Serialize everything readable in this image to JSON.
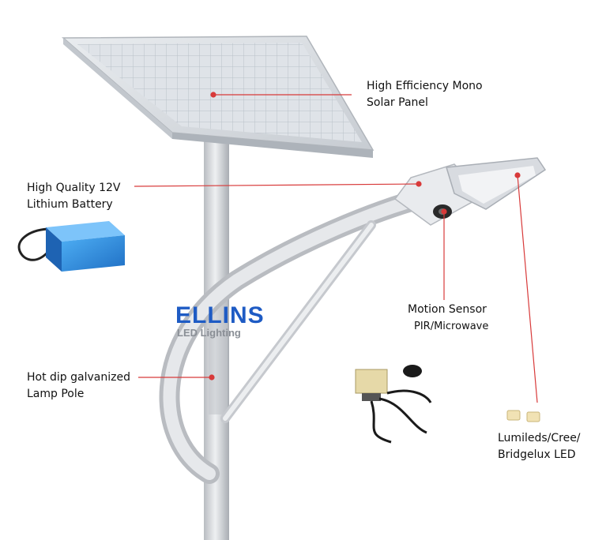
{
  "brand": {
    "name": "ELLINS",
    "subtitle": "LED Lighting",
    "color": "#1e5bc4"
  },
  "callouts": {
    "solar_panel": [
      "High Efficiency Mono",
      "Solar Panel"
    ],
    "battery": [
      "High Quality 12V",
      "Lithium Battery"
    ],
    "pole": [
      "Hot dip galvanized",
      "Lamp Pole"
    ],
    "sensor": [
      "Motion Sensor",
      "PIR/Microwave"
    ],
    "led": [
      "Lumileds/Cree/",
      "Bridgelux LED"
    ]
  },
  "colors": {
    "leader_line": "#d83a3a",
    "battery": "#2b8ee0",
    "pole": "#d4d6da"
  }
}
